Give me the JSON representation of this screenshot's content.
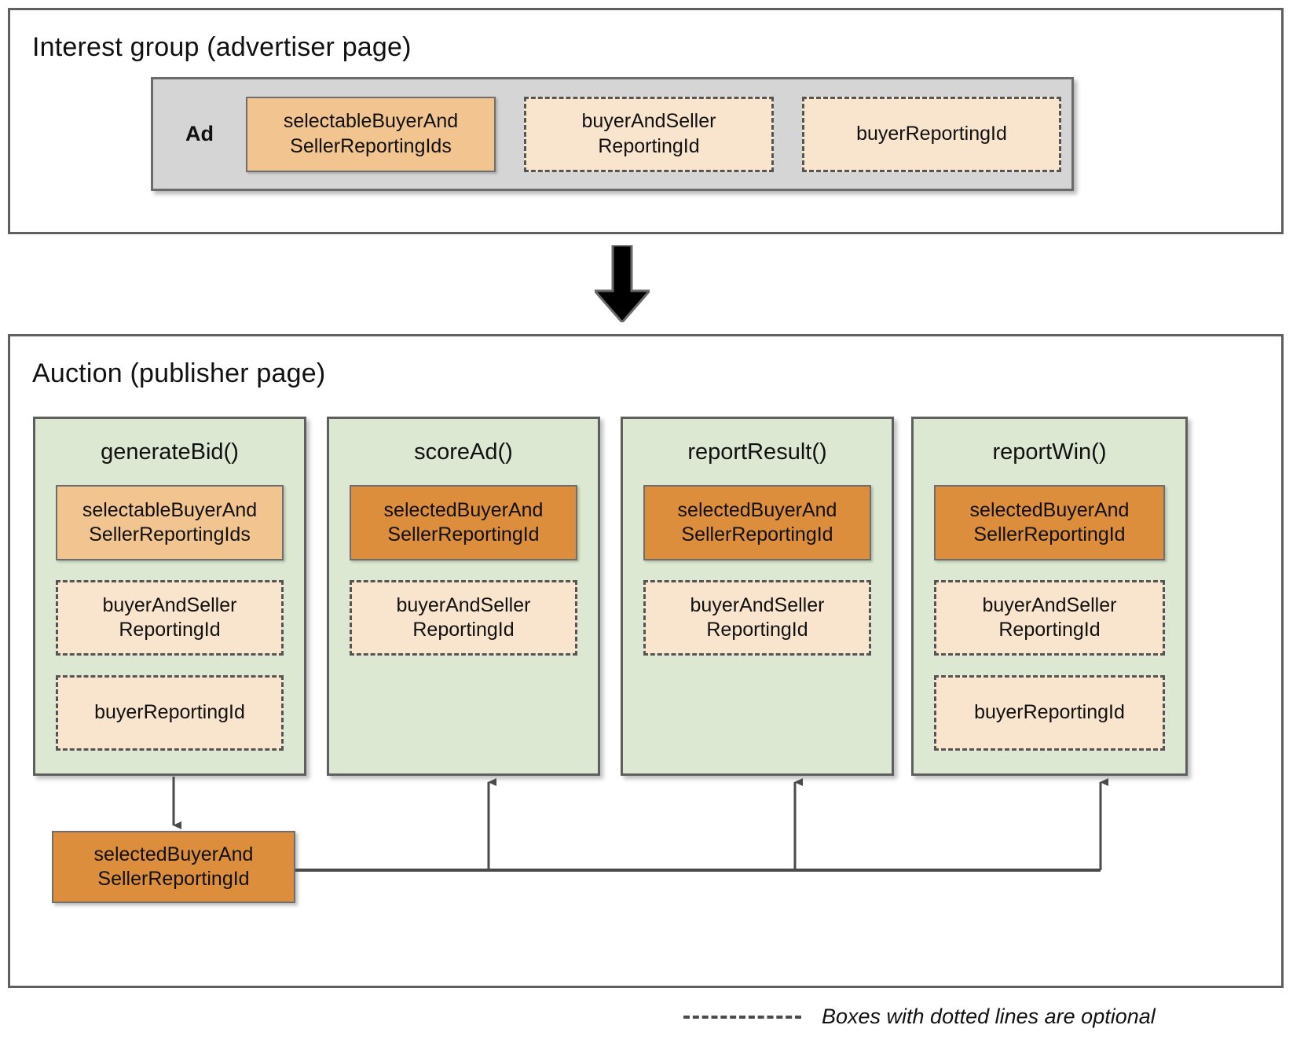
{
  "sections": {
    "interest_group": {
      "title": "Interest group (advertiser page)",
      "ad_label": "Ad",
      "boxes": [
        {
          "label": "selectableBuyerAnd\nSellerReportingIds",
          "style": "solid-medium",
          "optional": false
        },
        {
          "label": "buyerAndSeller\nReportingId",
          "style": "dashed",
          "optional": true
        },
        {
          "label": "buyerReportingId",
          "style": "dashed",
          "optional": true
        }
      ]
    },
    "auction": {
      "title": "Auction (publisher page)",
      "functions": [
        {
          "name": "generateBid()",
          "boxes": [
            {
              "label": "selectableBuyerAnd\nSellerReportingIds",
              "style": "solid-medium",
              "optional": false
            },
            {
              "label": "buyerAndSeller\nReportingId",
              "style": "dashed",
              "optional": true
            },
            {
              "label": "buyerReportingId",
              "style": "dashed",
              "optional": true
            }
          ]
        },
        {
          "name": "scoreAd()",
          "boxes": [
            {
              "label": "selectedBuyerAnd\nSellerReportingId",
              "style": "solid-dark",
              "optional": false
            },
            {
              "label": "buyerAndSeller\nReportingId",
              "style": "dashed",
              "optional": true
            }
          ]
        },
        {
          "name": "reportResult()",
          "boxes": [
            {
              "label": "selectedBuyerAnd\nSellerReportingId",
              "style": "solid-dark",
              "optional": false
            },
            {
              "label": "buyerAndSeller\nReportingId",
              "style": "dashed",
              "optional": true
            }
          ]
        },
        {
          "name": "reportWin()",
          "boxes": [
            {
              "label": "selectedBuyerAnd\nSellerReportingId",
              "style": "solid-dark",
              "optional": false
            },
            {
              "label": "buyerAndSeller\nReportingId",
              "style": "dashed",
              "optional": true
            },
            {
              "label": "buyerReportingId",
              "style": "dashed",
              "optional": true
            }
          ]
        }
      ],
      "output_box": {
        "label": "selectedBuyerAnd\nSellerReportingId",
        "style": "solid-dark"
      }
    }
  },
  "legend": {
    "text": "Boxes with dotted lines are optional"
  },
  "colors": {
    "panel_green": "#dde8d2",
    "ad_gray": "#d5d5d5",
    "orange_medium": "#f2c48f",
    "orange_dark": "#dd8e3d",
    "orange_light": "#f9e4cd",
    "border_gray": "#5f5f5f",
    "arrow_black": "#000000",
    "connector_gray": "#4a4a4a"
  }
}
